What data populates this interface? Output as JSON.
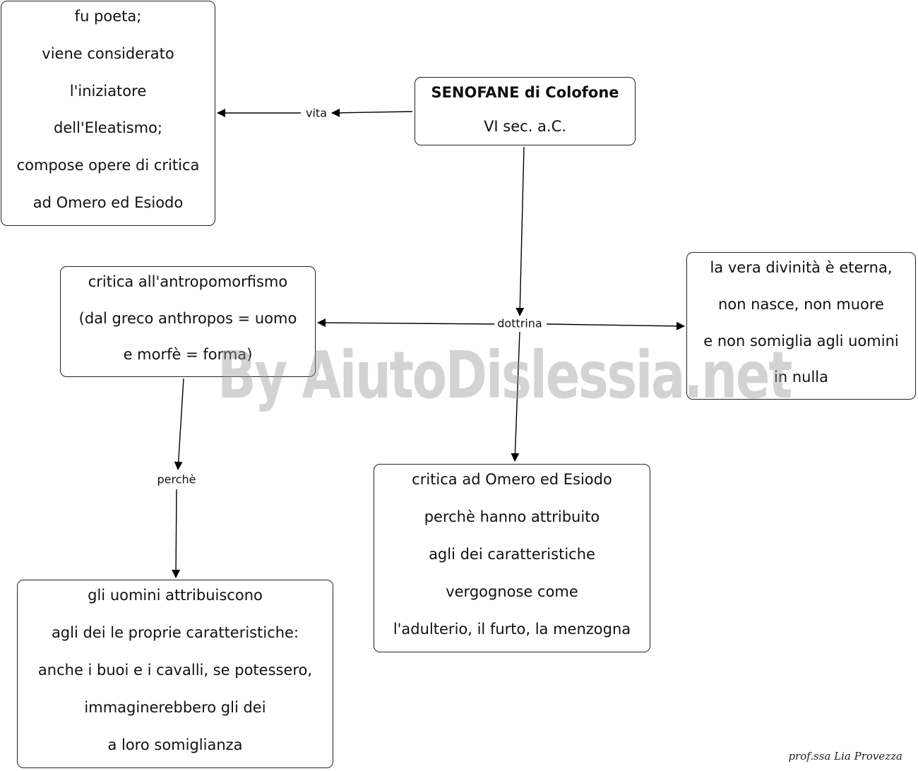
{
  "nodes": {
    "main": {
      "title": "SENOFANE di Colofone",
      "subtitle": "VI sec. a.C."
    },
    "vita": [
      "fu poeta;",
      "viene considerato",
      "l'iniziatore",
      "dell'Eleatismo;",
      "compose opere di critica",
      "ad Omero ed Esiodo"
    ],
    "antropomorfismo": [
      "critica all'antropomorfismo",
      "(dal greco anthropos = uomo",
      "e morfè = forma)"
    ],
    "divinita": [
      "la vera divinità è eterna,",
      "non nasce, non muore",
      "e non somiglia agli uomini",
      "in nulla"
    ],
    "omero": [
      "critica ad Omero ed Esiodo",
      "perchè hanno attribuito",
      "agli dei caratteristiche",
      "vergognose come",
      "l'adulterio, il furto, la menzogna"
    ],
    "uomini": [
      "gli uomini attribuiscono",
      "agli dei le proprie caratteristiche:",
      "anche i buoi e i cavalli, se potessero,",
      "immaginerebbero gli dei",
      "a loro somiglianza"
    ]
  },
  "edge_labels": {
    "vita": "vita",
    "dottrina": "dottrina",
    "perche": "perchè"
  },
  "watermark": "By AiutoDislessia.net",
  "signature": "prof.ssa Lia Provezza"
}
